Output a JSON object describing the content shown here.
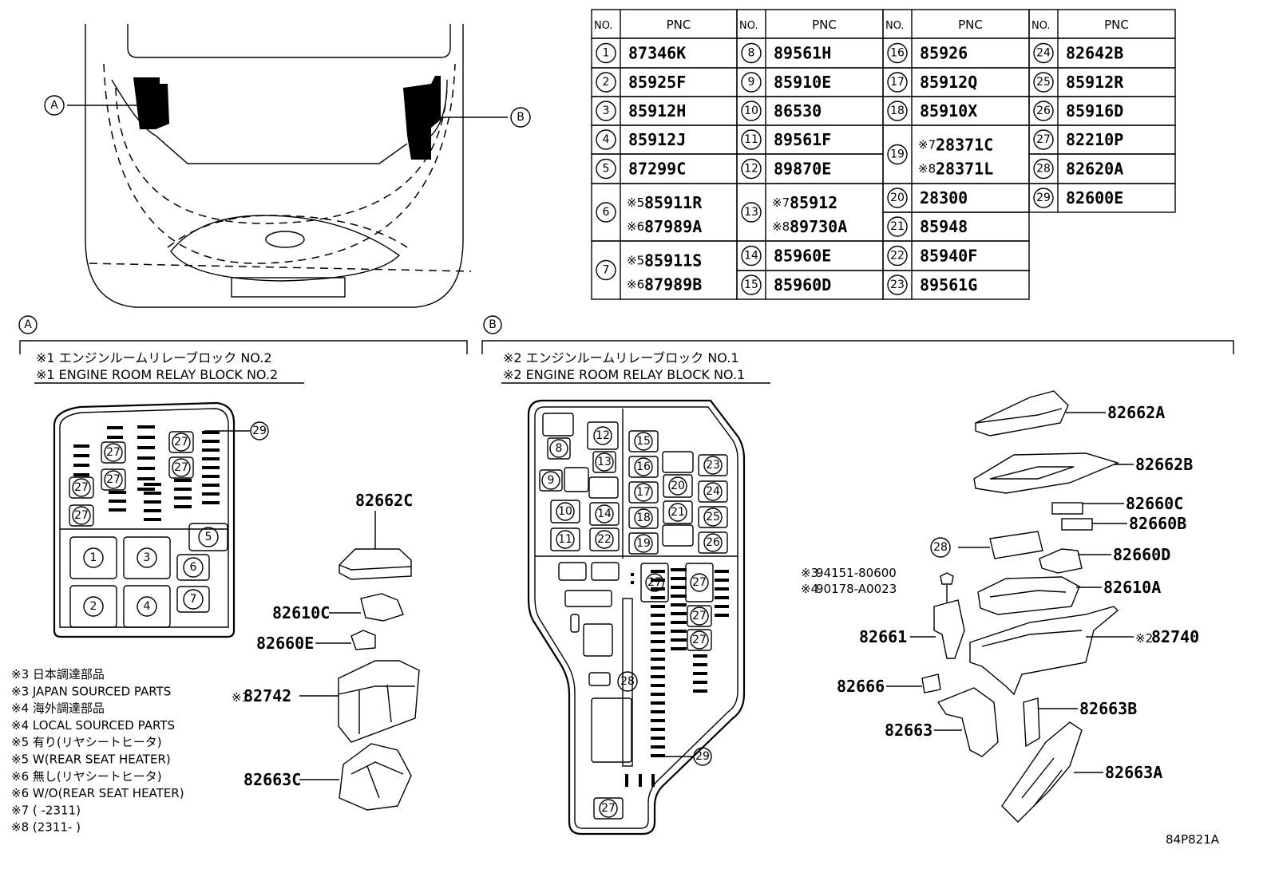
{
  "table": {
    "header_no": "NO.",
    "header_pnc": "PNC",
    "col1": [
      {
        "no": "1",
        "pnc": "87346K"
      },
      {
        "no": "2",
        "pnc": "85925F"
      },
      {
        "no": "3",
        "pnc": "85912H"
      },
      {
        "no": "4",
        "pnc": "85912J"
      },
      {
        "no": "5",
        "pnc": "87299C"
      },
      {
        "no": "6",
        "pnc_a": "85911R",
        "note_a": "※5",
        "pnc_b": "87989A",
        "note_b": "※6"
      },
      {
        "no": "7",
        "pnc_a": "85911S",
        "note_a": "※5",
        "pnc_b": "87989B",
        "note_b": "※6"
      }
    ],
    "col2": [
      {
        "no": "8",
        "pnc": "89561H"
      },
      {
        "no": "9",
        "pnc": "85910E"
      },
      {
        "no": "10",
        "pnc": "86530"
      },
      {
        "no": "11",
        "pnc": "89561F"
      },
      {
        "no": "12",
        "pnc": "89870E"
      },
      {
        "no": "13",
        "pnc_a": "85912",
        "note_a": "※7",
        "pnc_b": "89730A",
        "note_b": "※8"
      },
      {
        "no": "14",
        "pnc": "85960E"
      },
      {
        "no": "15",
        "pnc": "85960D"
      }
    ],
    "col3": [
      {
        "no": "16",
        "pnc": "85926"
      },
      {
        "no": "17",
        "pnc": "85912Q"
      },
      {
        "no": "18",
        "pnc": "85910X"
      },
      {
        "no": "19",
        "pnc_a": "28371C",
        "note_a": "※7",
        "pnc_b": "28371L",
        "note_b": "※8"
      },
      {
        "no": "20",
        "pnc": "28300"
      },
      {
        "no": "21",
        "pnc": "85948"
      },
      {
        "no": "22",
        "pnc": "85940F"
      },
      {
        "no": "23",
        "pnc": "89561G"
      }
    ],
    "col4": [
      {
        "no": "24",
        "pnc": "82642B"
      },
      {
        "no": "25",
        "pnc": "85912R"
      },
      {
        "no": "26",
        "pnc": "85916D"
      },
      {
        "no": "27",
        "pnc": "82210P"
      },
      {
        "no": "28",
        "pnc": "82620A"
      },
      {
        "no": "29",
        "pnc": "82600E"
      }
    ]
  },
  "car": {
    "marker_a": "A",
    "marker_b": "B"
  },
  "section_a": {
    "marker": "A",
    "title_jp": "※1 エンジンルームリレーブロック NO.2",
    "title_en": "※1 ENGINE ROOM RELAY BLOCK NO.2",
    "parts": {
      "p82662C": "82662C",
      "p82610C": "82610C",
      "p82660E": "82660E",
      "p82742": "82742",
      "p82742_note": "※1",
      "p82663C": "82663C"
    }
  },
  "section_b": {
    "marker": "B",
    "title_jp": "※2 エンジンルームリレーブロック NO.1",
    "title_en": "※2 ENGINE ROOM RELAY BLOCK NO.1",
    "parts": {
      "p82662A": "82662A",
      "p82662B": "82662B",
      "p82660C": "82660C",
      "p82660B": "82660B",
      "p82660D": "82660D",
      "p82610A": "82610A",
      "p82740": "82740",
      "p82740_note": "※2",
      "p82661": "82661",
      "p82666": "82666",
      "p82663": "82663",
      "p82663B": "82663B",
      "p82663A": "82663A",
      "bolt_a": "94151-80600",
      "bolt_a_note": "※3",
      "bolt_b": "90178-A0023",
      "bolt_b_note": "※4"
    }
  },
  "notes": [
    "※3 日本調達部品",
    "※3 JAPAN SOURCED PARTS",
    "※4 海外調達部品",
    "※4 LOCAL SOURCED PARTS",
    "※5 有り(リヤシートヒータ)",
    "※5 W(REAR SEAT HEATER)",
    "※6 無し(リヤシートヒータ)",
    "※6 W/O(REAR SEAT HEATER)",
    "※7 (       -2311)",
    "※8 (2311-       )"
  ],
  "ref_code": "84P821A"
}
